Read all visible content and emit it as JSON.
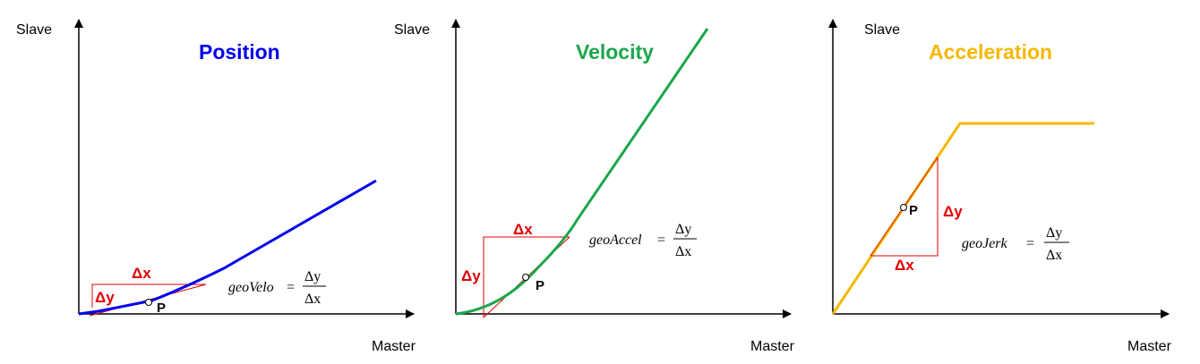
{
  "panels": [
    {
      "y_label": "Slave",
      "x_label": "Master",
      "title": "Position",
      "title_color": "#0000ee",
      "curve_color": "#0000ee",
      "delta_x": "Δx",
      "delta_y": "Δy",
      "point": "P",
      "formula": {
        "name": "geoVelo",
        "equals": "=",
        "numerator": "Δy",
        "denominator": "Δx"
      }
    },
    {
      "y_label": "Slave",
      "x_label": "Master",
      "title": "Velocity",
      "title_color": "#1aa64a",
      "curve_color": "#1aa64a",
      "delta_x": "Δx",
      "delta_y": "Δy",
      "point": "P",
      "formula": {
        "name": "geoAccel",
        "equals": "=",
        "numerator": "Δy",
        "denominator": "Δx"
      }
    },
    {
      "y_label": "Slave",
      "x_label": "Master",
      "title": "Acceleration",
      "title_color": "#f5b800",
      "curve_color": "#f5b800",
      "delta_x": "Δx",
      "delta_y": "Δy",
      "point": "P",
      "formula": {
        "name": "geoJerk",
        "equals": "=",
        "numerator": "Δy",
        "denominator": "Δx"
      }
    }
  ],
  "tangent_color": "#e00000"
}
